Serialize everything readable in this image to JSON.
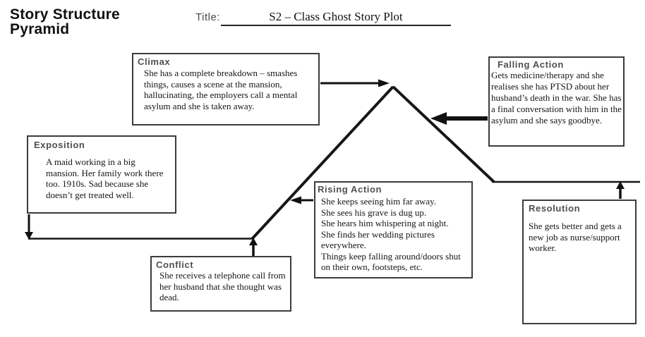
{
  "page": {
    "heading_line1": "Story Structure",
    "heading_line2": "Pyramid",
    "title_label": "Title:",
    "title_value": "S2 – Class Ghost Story Plot"
  },
  "boxes": {
    "climax": {
      "label": "Climax",
      "body": "She has a complete breakdown – smashes things, causes a scene at the mansion, hallucinating, the employers call a mental asylum and she is taken away."
    },
    "exposition": {
      "label": "Exposition",
      "body": "A maid working in a big mansion. Her family work there too. 1910s. Sad because she doesn’t get treated well."
    },
    "conflict": {
      "label": "Conflict",
      "body": "She receives a telephone call from her husband that she thought was dead."
    },
    "rising_action": {
      "label": "Rising Action",
      "lines": [
        "She keeps seeing him far away.",
        "She sees his grave is dug up.",
        "She hears him whispering at night.",
        "She finds her wedding pictures everywhere.",
        "Things keep falling around/doors shut on their own, footsteps, etc."
      ]
    },
    "falling_action": {
      "label": "Falling Action",
      "body": "Gets medicine/therapy and she realises she has PTSD about her husband’s death in the war. She has a final conversation with him in the asylum and she says goodbye."
    },
    "resolution": {
      "label": "Resolution",
      "body": "She gets better and gets a new job as nurse/support worker."
    }
  },
  "colors": {
    "line": "#161616",
    "arrow": "#111111",
    "box_border": "#3c3c3c",
    "header_text": "#4f4f4f",
    "body_text": "#151515",
    "background": "#ffffff"
  }
}
